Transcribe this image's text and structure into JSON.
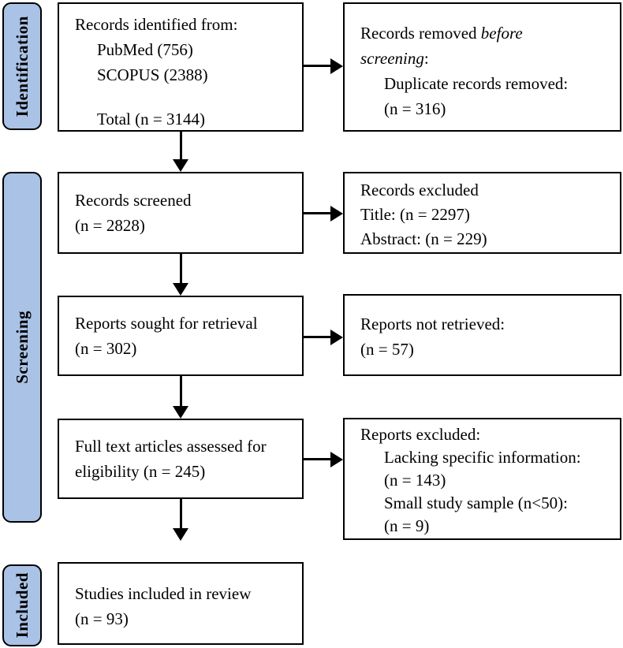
{
  "stages": [
    {
      "label": "Identification"
    },
    {
      "label": "Screening"
    },
    {
      "label": "Included"
    }
  ],
  "boxes": {
    "identified": {
      "title": "Records identified from:",
      "source1": "PubMed (756)",
      "source2": "SCOPUS (2388)",
      "total": "Total (n = 3144)"
    },
    "removed_before_screening": {
      "text_roman": "Records removed",
      "text_italic1": "before",
      "text_italic2": "screening",
      "colon": ":",
      "detail": "Duplicate records removed:",
      "count": "(n = 316)"
    },
    "screened": {
      "title": "Records screened",
      "count": "(n = 2828)"
    },
    "records_excluded": {
      "title": "Records excluded",
      "title_detail": "Title: (n = 2297)",
      "abstract_detail": "Abstract: (n = 229)"
    },
    "sought": {
      "title": "Reports sought for retrieval",
      "count": "(n = 302)"
    },
    "not_retrieved": {
      "title": "Reports not retrieved:",
      "count": "(n = 57)"
    },
    "assessed": {
      "line1": "Full text articles assessed for",
      "line2": "eligibility (n = 245)"
    },
    "reports_excluded": {
      "title": "Reports excluded:",
      "reason1": "Lacking specific information:",
      "reason1_count": "(n = 143)",
      "reason2": "Small study sample (n<50):",
      "reason2_count": "(n = 9)"
    },
    "included_studies": {
      "title": "Studies included in review",
      "count": "(n = 93)"
    }
  },
  "colors": {
    "stage_fill": "#a9c2e6",
    "box_border": "#000000",
    "arrow": "#000000",
    "background": "#ffffff"
  }
}
